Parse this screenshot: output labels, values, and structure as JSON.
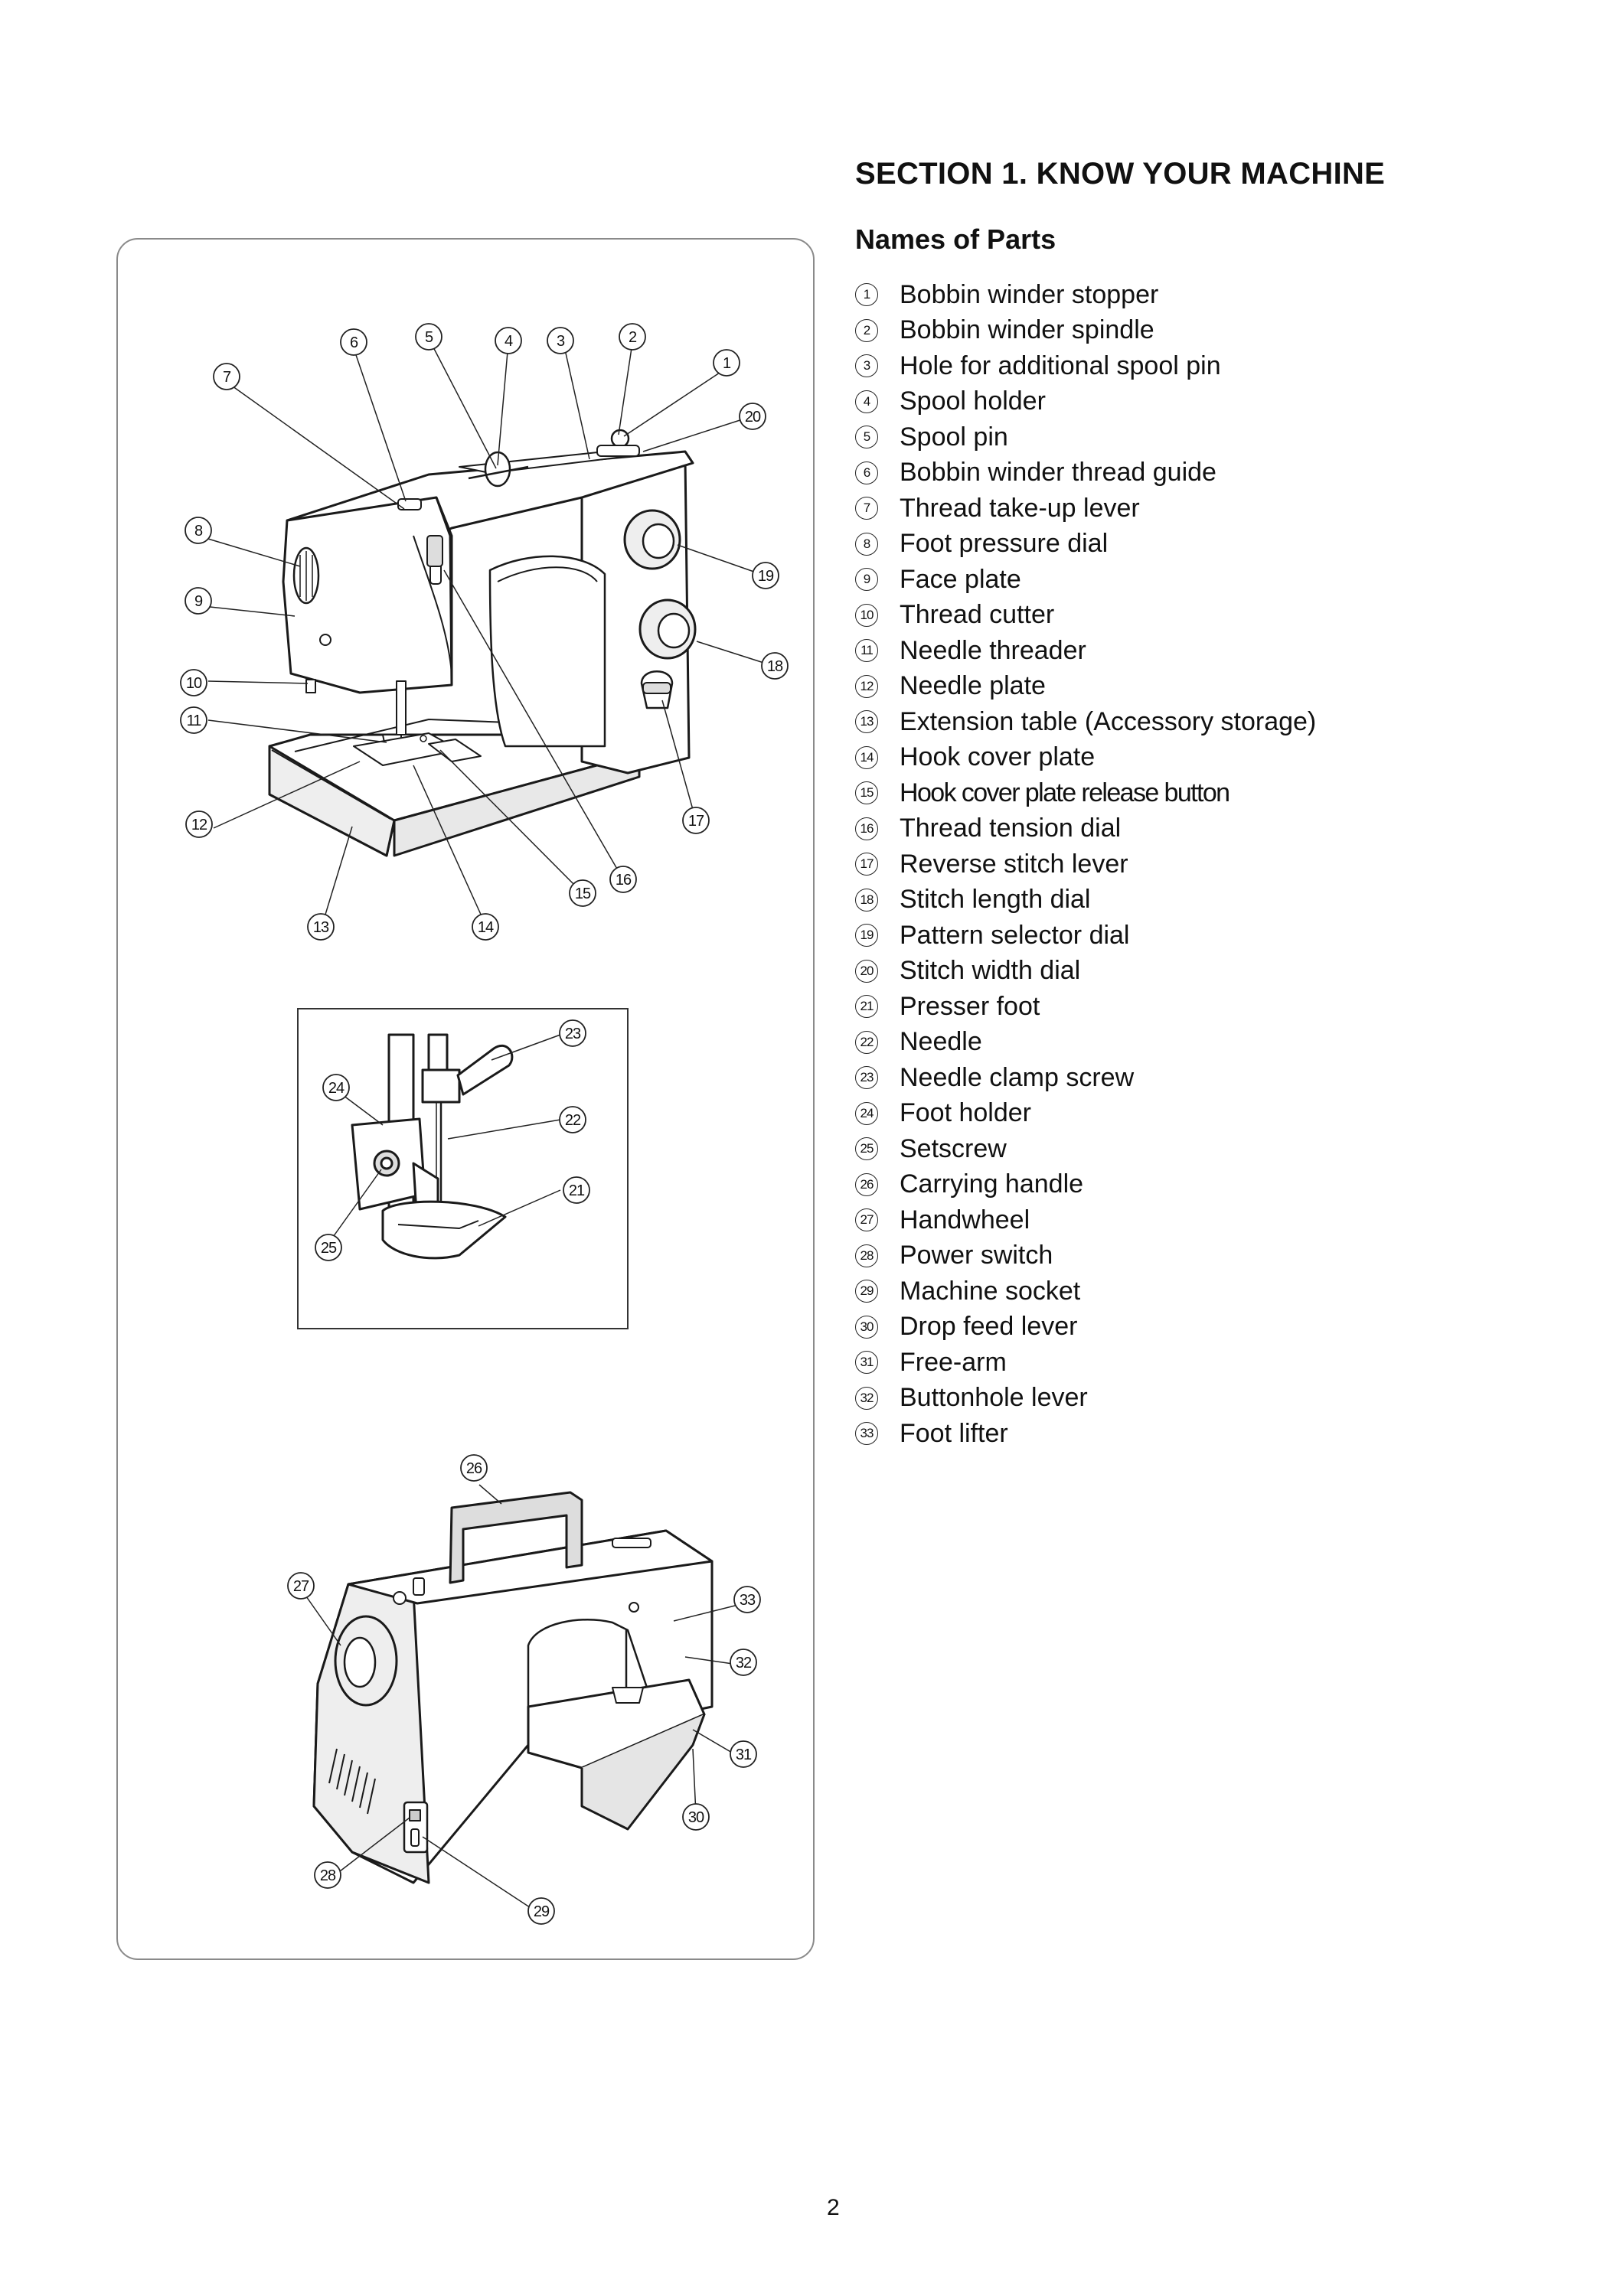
{
  "section_title": "SECTION 1. KNOW YOUR MACHINE",
  "subtitle": "Names of Parts",
  "parts": [
    {
      "num": "1",
      "label": "Bobbin winder stopper"
    },
    {
      "num": "2",
      "label": "Bobbin winder spindle"
    },
    {
      "num": "3",
      "label": "Hole for additional spool pin"
    },
    {
      "num": "4",
      "label": "Spool holder"
    },
    {
      "num": "5",
      "label": "Spool pin"
    },
    {
      "num": "6",
      "label": "Bobbin winder thread guide"
    },
    {
      "num": "7",
      "label": "Thread take-up lever"
    },
    {
      "num": "8",
      "label": "Foot pressure dial"
    },
    {
      "num": "9",
      "label": "Face plate"
    },
    {
      "num": "10",
      "label": "Thread cutter"
    },
    {
      "num": "11",
      "label": "Needle threader"
    },
    {
      "num": "12",
      "label": "Needle plate"
    },
    {
      "num": "13",
      "label": "Extension table (Accessory storage)"
    },
    {
      "num": "14",
      "label": "Hook cover plate"
    },
    {
      "num": "15",
      "label": "Hook cover plate release button"
    },
    {
      "num": "16",
      "label": "Thread tension dial"
    },
    {
      "num": "17",
      "label": "Reverse stitch lever"
    },
    {
      "num": "18",
      "label": "Stitch length dial"
    },
    {
      "num": "19",
      "label": "Pattern selector dial"
    },
    {
      "num": "20",
      "label": "Stitch width dial"
    },
    {
      "num": "21",
      "label": "Presser foot"
    },
    {
      "num": "22",
      "label": "Needle"
    },
    {
      "num": "23",
      "label": "Needle clamp screw"
    },
    {
      "num": "24",
      "label": "Foot holder"
    },
    {
      "num": "25",
      "label": "Setscrew"
    },
    {
      "num": "26",
      "label": "Carrying handle"
    },
    {
      "num": "27",
      "label": "Handwheel"
    },
    {
      "num": "28",
      "label": "Power switch"
    },
    {
      "num": "29",
      "label": "Machine socket"
    },
    {
      "num": "30",
      "label": "Drop feed lever"
    },
    {
      "num": "31",
      "label": "Free-arm"
    },
    {
      "num": "32",
      "label": "Buttonhole lever"
    },
    {
      "num": "33",
      "label": "Foot lifter"
    }
  ],
  "page_number": "2"
}
